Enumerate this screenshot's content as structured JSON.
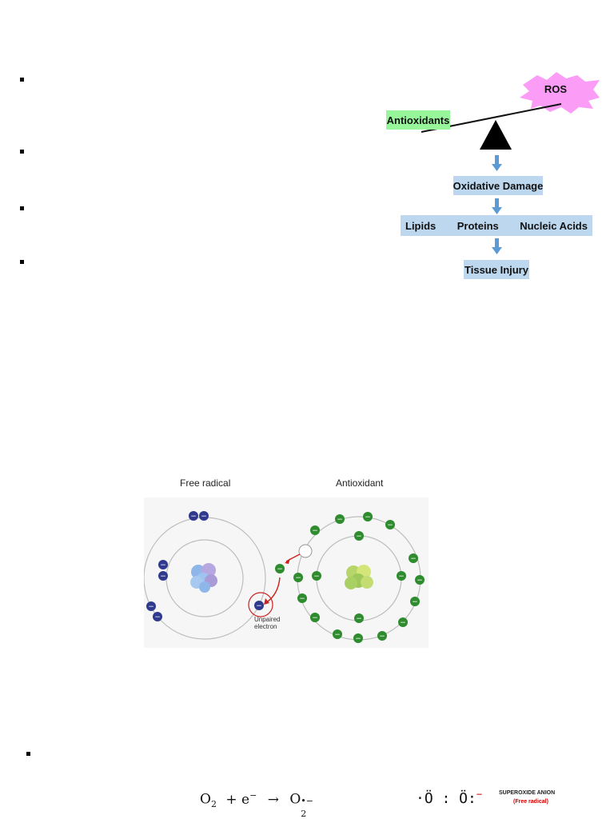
{
  "bullets": [
    "",
    "",
    "",
    "",
    ""
  ],
  "ros_diagram": {
    "ros_label": "ROS",
    "antioxidants_label": "Antioxidants",
    "oxidative_damage": "Oxidative Damage",
    "targets": [
      "Lipids",
      "Proteins",
      "Nucleic Acids"
    ],
    "tissue_injury": "Tissue Injury",
    "colors": {
      "box_blue": "#bcd7ee",
      "box_green": "#97f59a",
      "ros_pink": "#fb9cf7",
      "arrow_blue": "#5b9bd5"
    }
  },
  "atom_figure": {
    "free_radical_title": "Free radical",
    "antioxidant_title": "Antioxidant",
    "unpaired_label_line1": "Unpaired",
    "unpaired_label_line2": "electron",
    "electron_sign": "−",
    "colors": {
      "free_radical_electron": "#2f3a8f",
      "antioxidant_electron": "#2e8b2e",
      "arrow": "#cc2222"
    }
  },
  "equation": {
    "left": "O",
    "left_sub": "2",
    "plus": "+ e",
    "e_sup": "−",
    "arrow": "→",
    "right": "O",
    "right_sub": "2",
    "right_sup": "•−",
    "lewis": "·Ö : Ö:",
    "lewis_charge": "−",
    "anion_title": "SUPEROXIDE ANION",
    "anion_subtitle": "(Free radical)"
  }
}
